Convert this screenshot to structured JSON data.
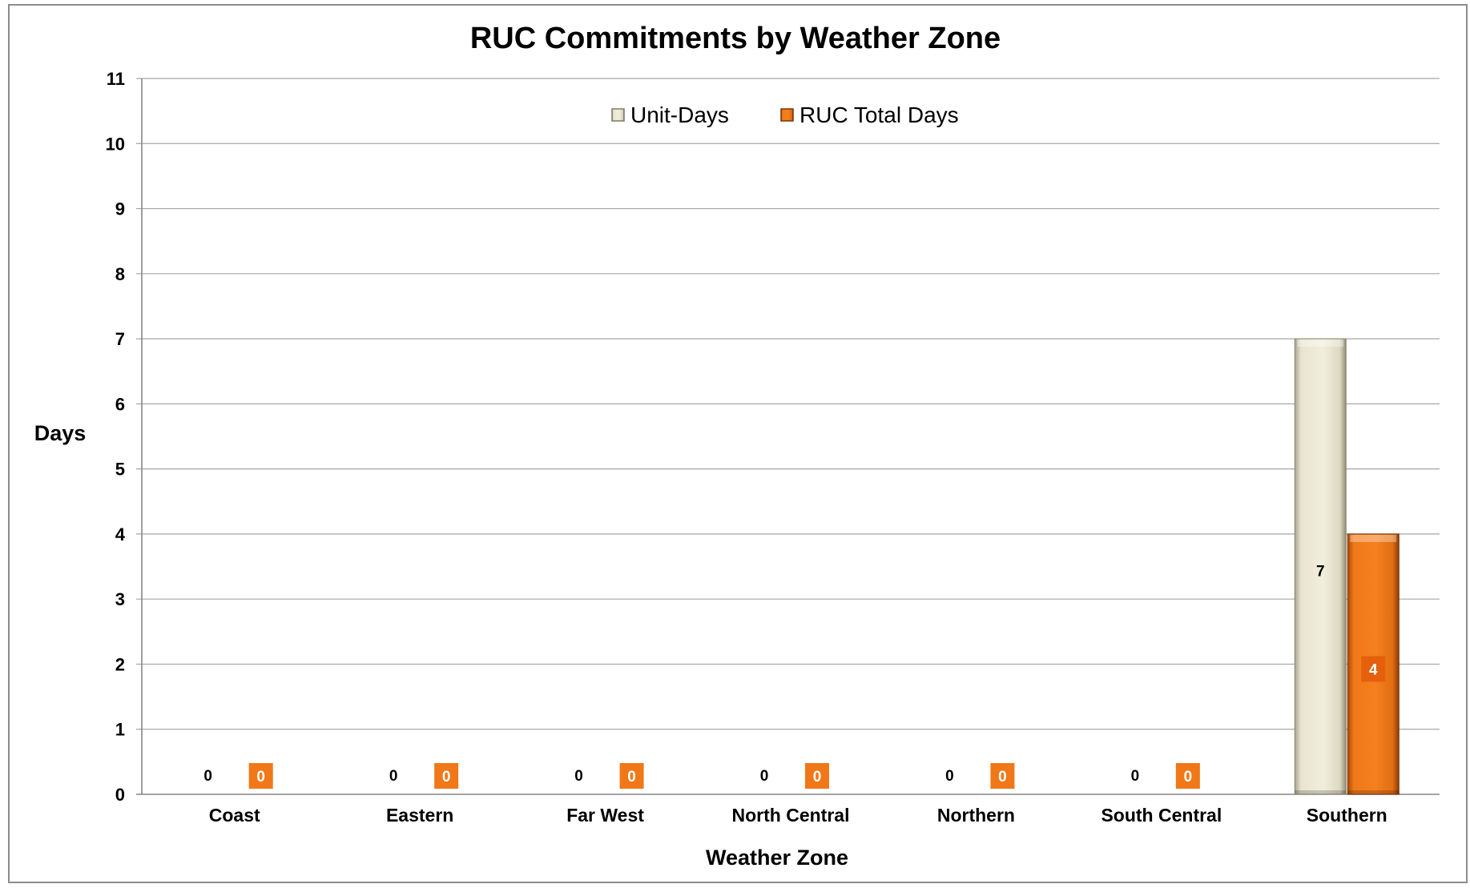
{
  "chart_data": {
    "type": "bar",
    "title": "RUC Commitments by Weather Zone",
    "xlabel": "Weather Zone",
    "ylabel": "Days",
    "ylim": [
      0,
      11
    ],
    "yticks": [
      0,
      1,
      2,
      3,
      4,
      5,
      6,
      7,
      8,
      9,
      10,
      11
    ],
    "grid": true,
    "legend_position": "top-center",
    "categories": [
      "Coast",
      "Eastern",
      "Far West",
      "North Central",
      "Northern",
      "South Central",
      "Southern"
    ],
    "series": [
      {
        "name": "Unit-Days",
        "values": [
          0,
          0,
          0,
          0,
          0,
          0,
          7
        ],
        "color": "#e8e4cf"
      },
      {
        "name": "RUC Total Days",
        "values": [
          0,
          0,
          0,
          0,
          0,
          0,
          4
        ],
        "color": "#f07818"
      }
    ]
  }
}
